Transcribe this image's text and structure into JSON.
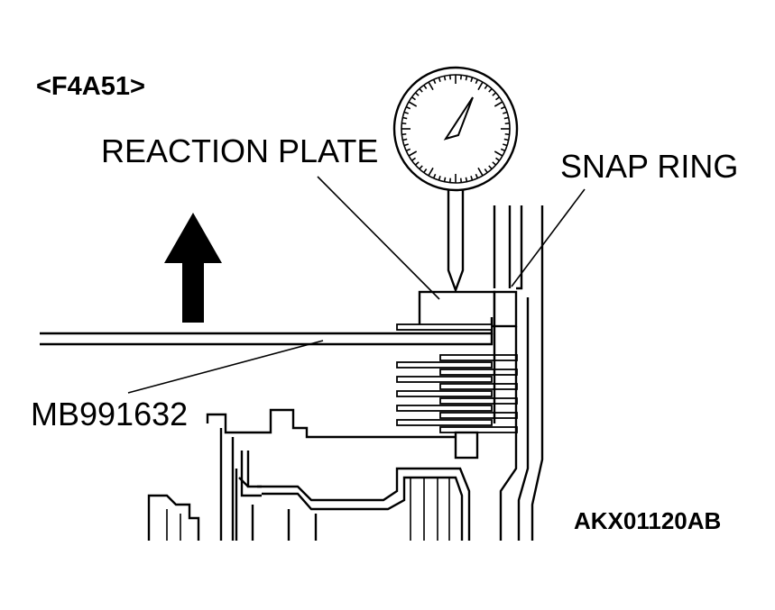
{
  "labels": {
    "model": "<F4A51>",
    "reaction_plate": "REACTION PLATE",
    "snap_ring": "SNAP RING",
    "tool": "MB991632",
    "figure_code": "AKX01120AB"
  }
}
